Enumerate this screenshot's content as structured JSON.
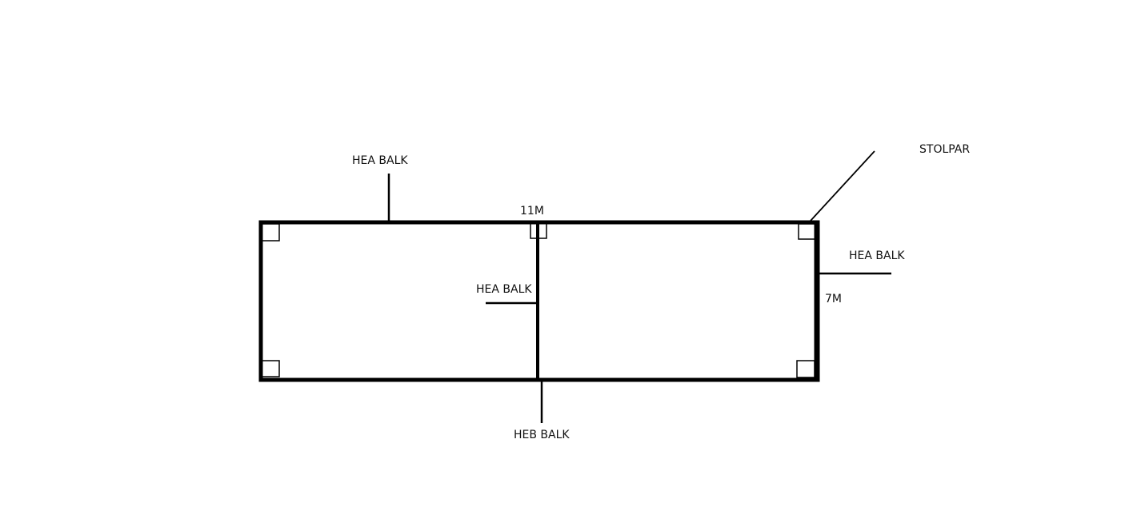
{
  "diagram": {
    "labels": {
      "hea_balk_top": "HEA BALK",
      "dim_length": "11M",
      "stolpar": "STOLPAR",
      "hea_balk_right": "HEA BALK",
      "dim_width": "7M",
      "hea_balk_middle": "HEA BALK",
      "heb_balk": "HEB BALK"
    },
    "colors": {
      "line": "#000000",
      "text": "#111111"
    }
  }
}
